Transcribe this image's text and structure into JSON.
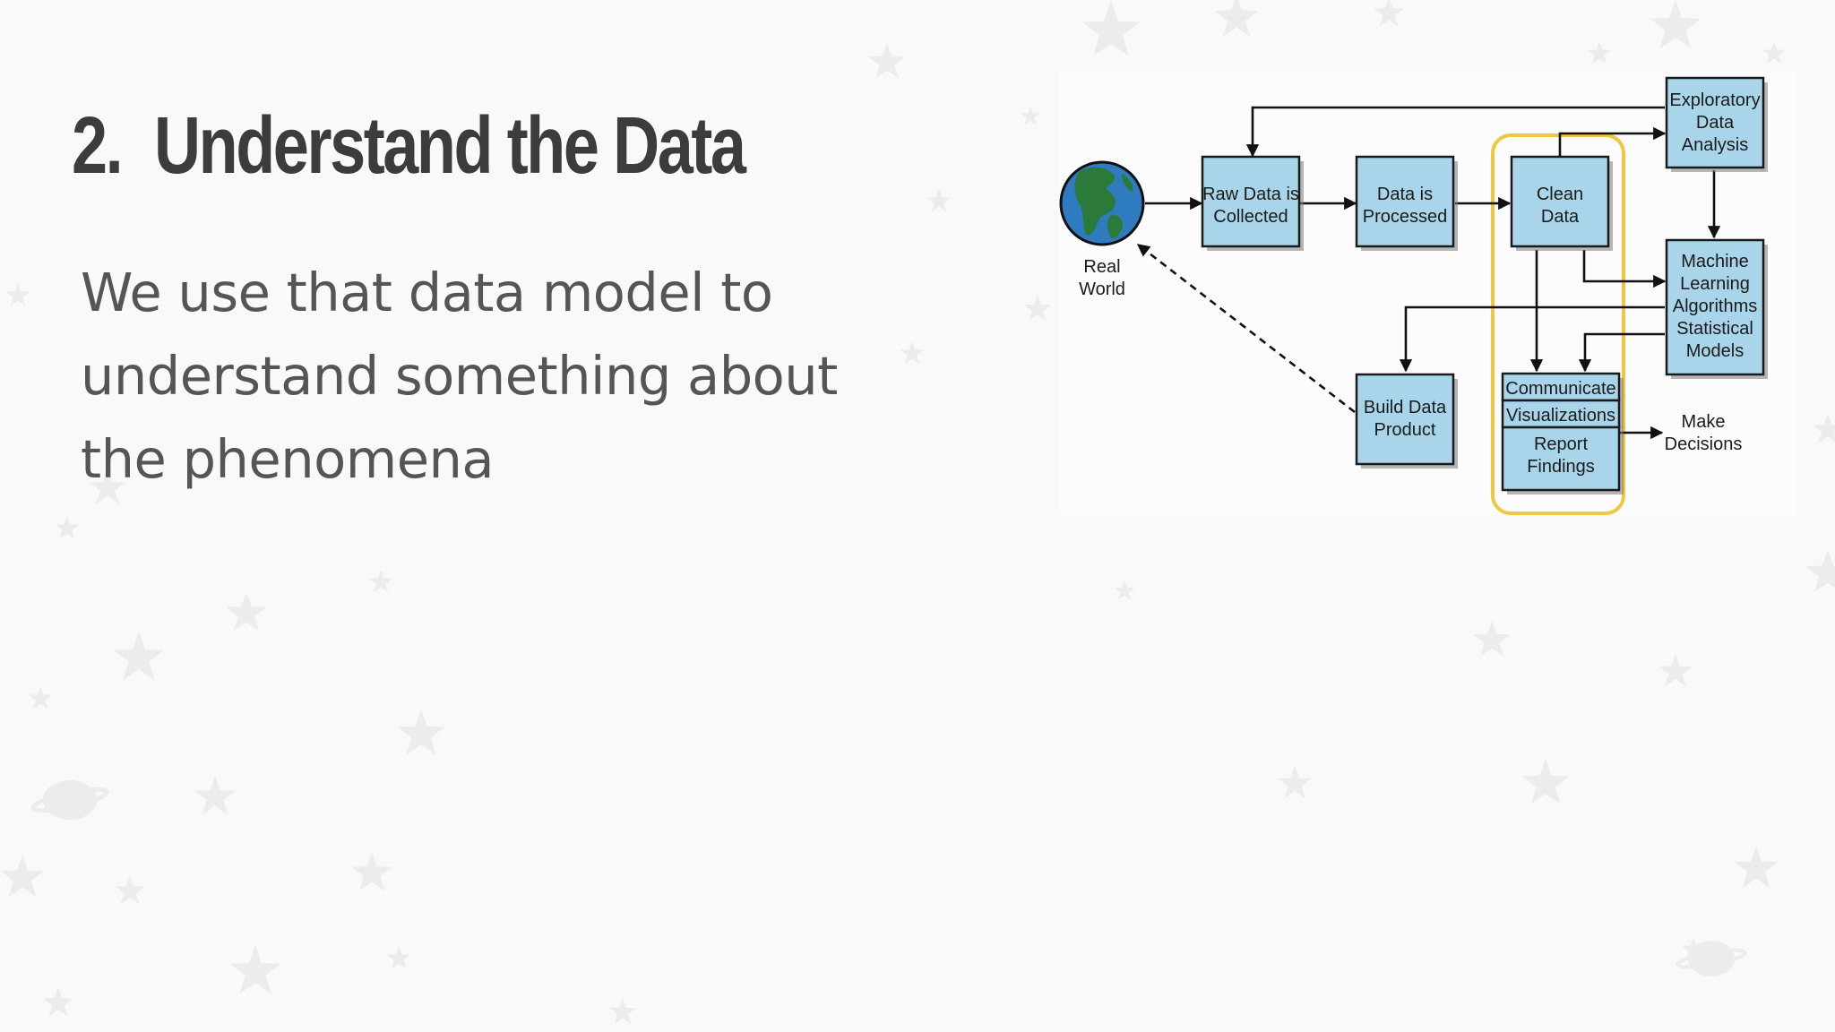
{
  "slide": {
    "title_number": "2.",
    "title_text": "Understand the Data",
    "body": "We use that data model to understand something about the phenomena"
  },
  "diagram": {
    "real_world": [
      "Real",
      "World"
    ],
    "raw_data": [
      "Raw Data is",
      "Collected"
    ],
    "processed": [
      "Data is",
      "Processed"
    ],
    "clean": [
      "Clean",
      "Data"
    ],
    "eda": [
      "Exploratory",
      "Data",
      "Analysis"
    ],
    "ml": [
      "Machine",
      "Learning",
      "Algorithms",
      "Statistical",
      "Models"
    ],
    "build_product": [
      "Build Data",
      "Product"
    ],
    "communicate": "Communicate",
    "visualizations": "Visualizations",
    "report": [
      "Report",
      "Findings"
    ],
    "decisions": [
      "Make",
      "Decisions"
    ]
  },
  "colors": {
    "box_fill": "#a9d5ea",
    "highlight": "#f2c641",
    "title": "#3c3c3c",
    "body_text": "#555555",
    "globe_ocean": "#2e7bbf",
    "globe_land": "#2c7a3a"
  }
}
